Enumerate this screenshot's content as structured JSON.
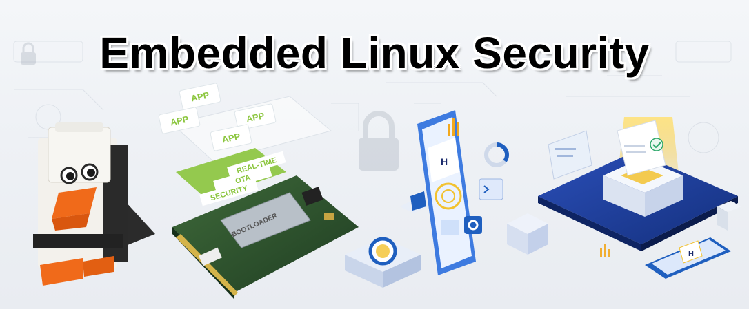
{
  "banner": {
    "title": "Embedded Linux Security"
  },
  "stack": {
    "app_tiles": [
      "APP",
      "APP",
      "APP",
      "APP"
    ],
    "features": [
      "REAL-TIME",
      "OTA",
      "SECURITY"
    ],
    "bootloader": "BOOTLOADER"
  },
  "badges": {
    "phone_badge": "H",
    "tablet_badge": "H"
  },
  "colors": {
    "accent_green": "#8cc63f",
    "accent_blue": "#1f5fbf",
    "navy": "#1a2a6c",
    "gold": "#f2c230"
  },
  "icons": [
    "penguin-mascot",
    "som-module",
    "smartphone",
    "secure-server-platform",
    "padlock-icon",
    "gear-icon",
    "terminal-icon",
    "checkmark-icon"
  ]
}
